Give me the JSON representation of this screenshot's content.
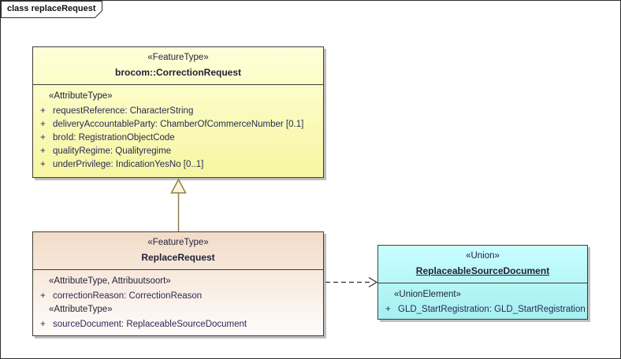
{
  "frame": {
    "label": "class replaceRequest"
  },
  "correction": {
    "stereotype": "«FeatureType»",
    "name": "brocom::CorrectionRequest",
    "attr_header": "«AttributeType»",
    "attrs": [
      {
        "vis": "+",
        "text": "requestReference: CharacterString"
      },
      {
        "vis": "+",
        "text": "deliveryAccountableParty: ChamberOfCommerceNumber [0.1]"
      },
      {
        "vis": "+",
        "text": "broId: RegistrationObjectCode"
      },
      {
        "vis": "+",
        "text": "qualityRegime: Qualityregime"
      },
      {
        "vis": "+",
        "text": "underPrivilege: IndicationYesNo [0..1]"
      }
    ]
  },
  "replace": {
    "stereotype": "«FeatureType»",
    "name": "ReplaceRequest",
    "section1_header": "«AttributeType, Attribuutsoort»",
    "section1_attrs": [
      {
        "vis": "+",
        "text": "correctionReason: CorrectionReason"
      }
    ],
    "section2_header": "«AttributeType»",
    "section2_attrs": [
      {
        "vis": "+",
        "text": "sourceDocument: ReplaceableSourceDocument"
      }
    ]
  },
  "union": {
    "stereotype": "«Union»",
    "name": "ReplaceableSourceDocument",
    "attr_header": "«UnionElement»",
    "attrs": [
      {
        "vis": "+",
        "text": "GLD_StartRegistration: GLD_StartRegistration"
      }
    ]
  },
  "colors": {
    "class_yellow": "#f6f6a2",
    "class_peach": "#f2dcc8",
    "class_cyan": "#a6eff1",
    "border": "#3f3f34",
    "generalization": "#8e7f4e",
    "dependency": "#2b2b2b"
  }
}
